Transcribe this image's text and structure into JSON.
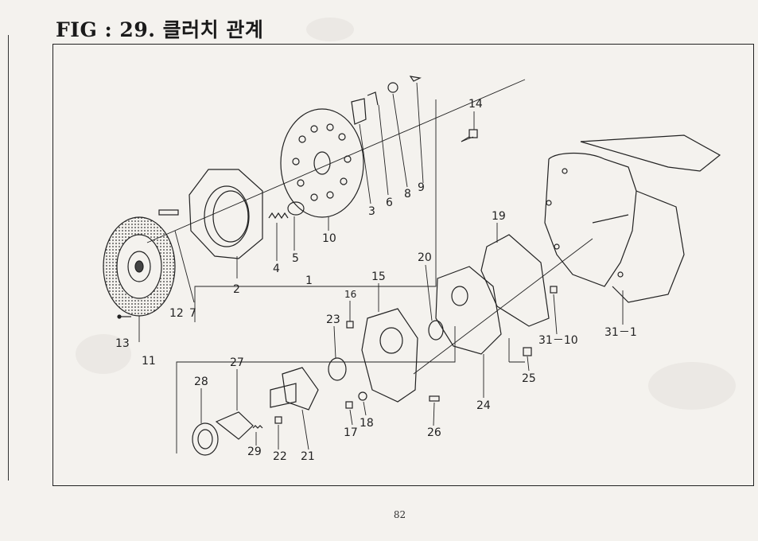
{
  "page": {
    "title": "FIG : 29. 클러치 관계",
    "page_number": "82"
  },
  "diagram": {
    "callouts": [
      {
        "id": "c1",
        "text": "1"
      },
      {
        "id": "c2",
        "text": "2"
      },
      {
        "id": "c3",
        "text": "3"
      },
      {
        "id": "c4",
        "text": "4"
      },
      {
        "id": "c5",
        "text": "5"
      },
      {
        "id": "c6",
        "text": "6"
      },
      {
        "id": "c7",
        "text": "7"
      },
      {
        "id": "c8",
        "text": "8"
      },
      {
        "id": "c9",
        "text": "9"
      },
      {
        "id": "c10",
        "text": "10"
      },
      {
        "id": "c11",
        "text": "11"
      },
      {
        "id": "c12",
        "text": "12"
      },
      {
        "id": "c13",
        "text": "13"
      },
      {
        "id": "c14",
        "text": "14"
      },
      {
        "id": "c15",
        "text": "15"
      },
      {
        "id": "c16",
        "text": "16"
      },
      {
        "id": "c17",
        "text": "17"
      },
      {
        "id": "c18",
        "text": "18"
      },
      {
        "id": "c19",
        "text": "19"
      },
      {
        "id": "c20",
        "text": "20"
      },
      {
        "id": "c21",
        "text": "21"
      },
      {
        "id": "c22",
        "text": "22"
      },
      {
        "id": "c23",
        "text": "23"
      },
      {
        "id": "c24",
        "text": "24"
      },
      {
        "id": "c25",
        "text": "25"
      },
      {
        "id": "c26",
        "text": "26"
      },
      {
        "id": "c27",
        "text": "27"
      },
      {
        "id": "c28",
        "text": "28"
      },
      {
        "id": "c29",
        "text": "29"
      },
      {
        "id": "c31_1",
        "text": "31－1"
      },
      {
        "id": "c31_10",
        "text": "31－10"
      }
    ]
  }
}
